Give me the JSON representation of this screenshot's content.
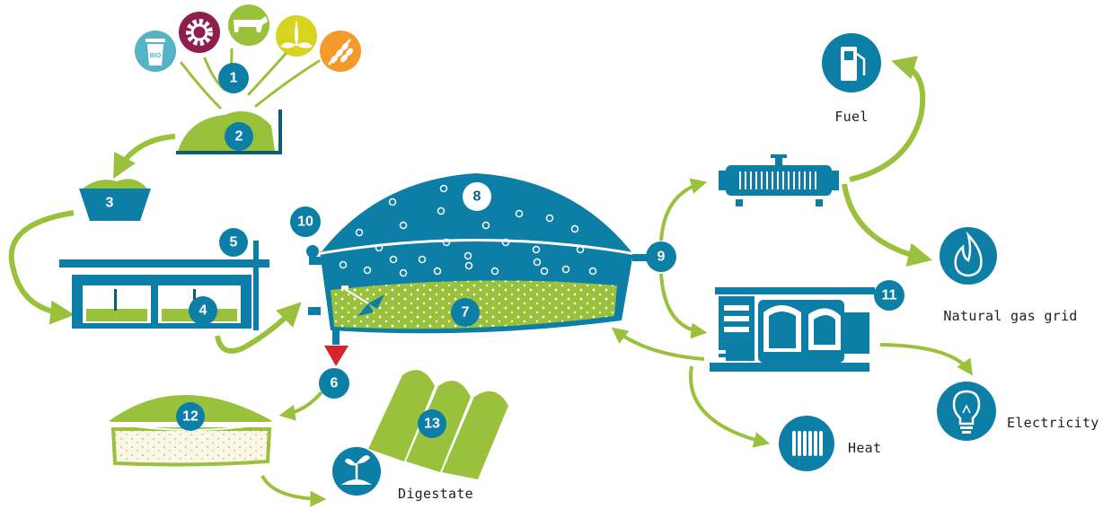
{
  "colors": {
    "teal": "#0d7fa6",
    "teal_dark": "#0d5d79",
    "green": "#99c13c",
    "green_light": "#b7d46c",
    "red": "#d5252a",
    "purple": "#8e1e4e",
    "orange": "#f39a2b",
    "yellow": "#d7d420",
    "cyan": "#56b2c7"
  },
  "icons": [
    "bio-bin-icon",
    "gear-icon",
    "cow-icon",
    "plant-leaves-icon",
    "wheat-icon",
    "fuel-pump-icon",
    "flame-icon",
    "radiator-icon",
    "light-bulb-icon",
    "seedling-icon"
  ],
  "bio_label": "BIO",
  "steps": {
    "s1": "1",
    "s2": "2",
    "s3": "3",
    "s4": "4",
    "s5": "5",
    "s6": "6",
    "s7": "7",
    "s8": "8",
    "s9": "9",
    "s10": "10",
    "s11": "11",
    "s12": "12",
    "s13": "13"
  },
  "labels": {
    "fuel": "Fuel",
    "natural_gas_grid": "Natural gas grid",
    "electricity": "Electricity",
    "heat": "Heat",
    "digestate": "Digestate"
  }
}
